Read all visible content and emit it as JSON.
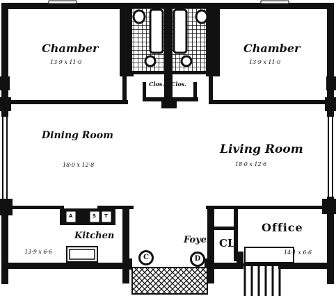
{
  "rooms": {
    "chamber_left": {
      "name": "Chamber",
      "dim": "13·9 x 11·0"
    },
    "chamber_right": {
      "name": "Chamber",
      "dim": "13·9 x 11·0"
    },
    "dining": {
      "name": "Dining Room",
      "dim": "18·0 x 12·8"
    },
    "living": {
      "name": "Living Room",
      "dim": "18·0 x 12·6"
    },
    "kitchen": {
      "name": "Kitchen",
      "dim": "13·9 x 6·6"
    },
    "foyer": {
      "name": "Foyer"
    },
    "office": {
      "name": "Office",
      "dim": "14·1 x 6·6"
    },
    "closet": {
      "name": "CL"
    },
    "closets": [
      "Clos.",
      "Clos."
    ]
  },
  "fixtures": {
    "kitchen_boxes": [
      "A",
      "S",
      "T"
    ],
    "circles": [
      "C",
      "D"
    ]
  },
  "colors": {
    "ink": "#111111",
    "paper": "#ffffff"
  }
}
